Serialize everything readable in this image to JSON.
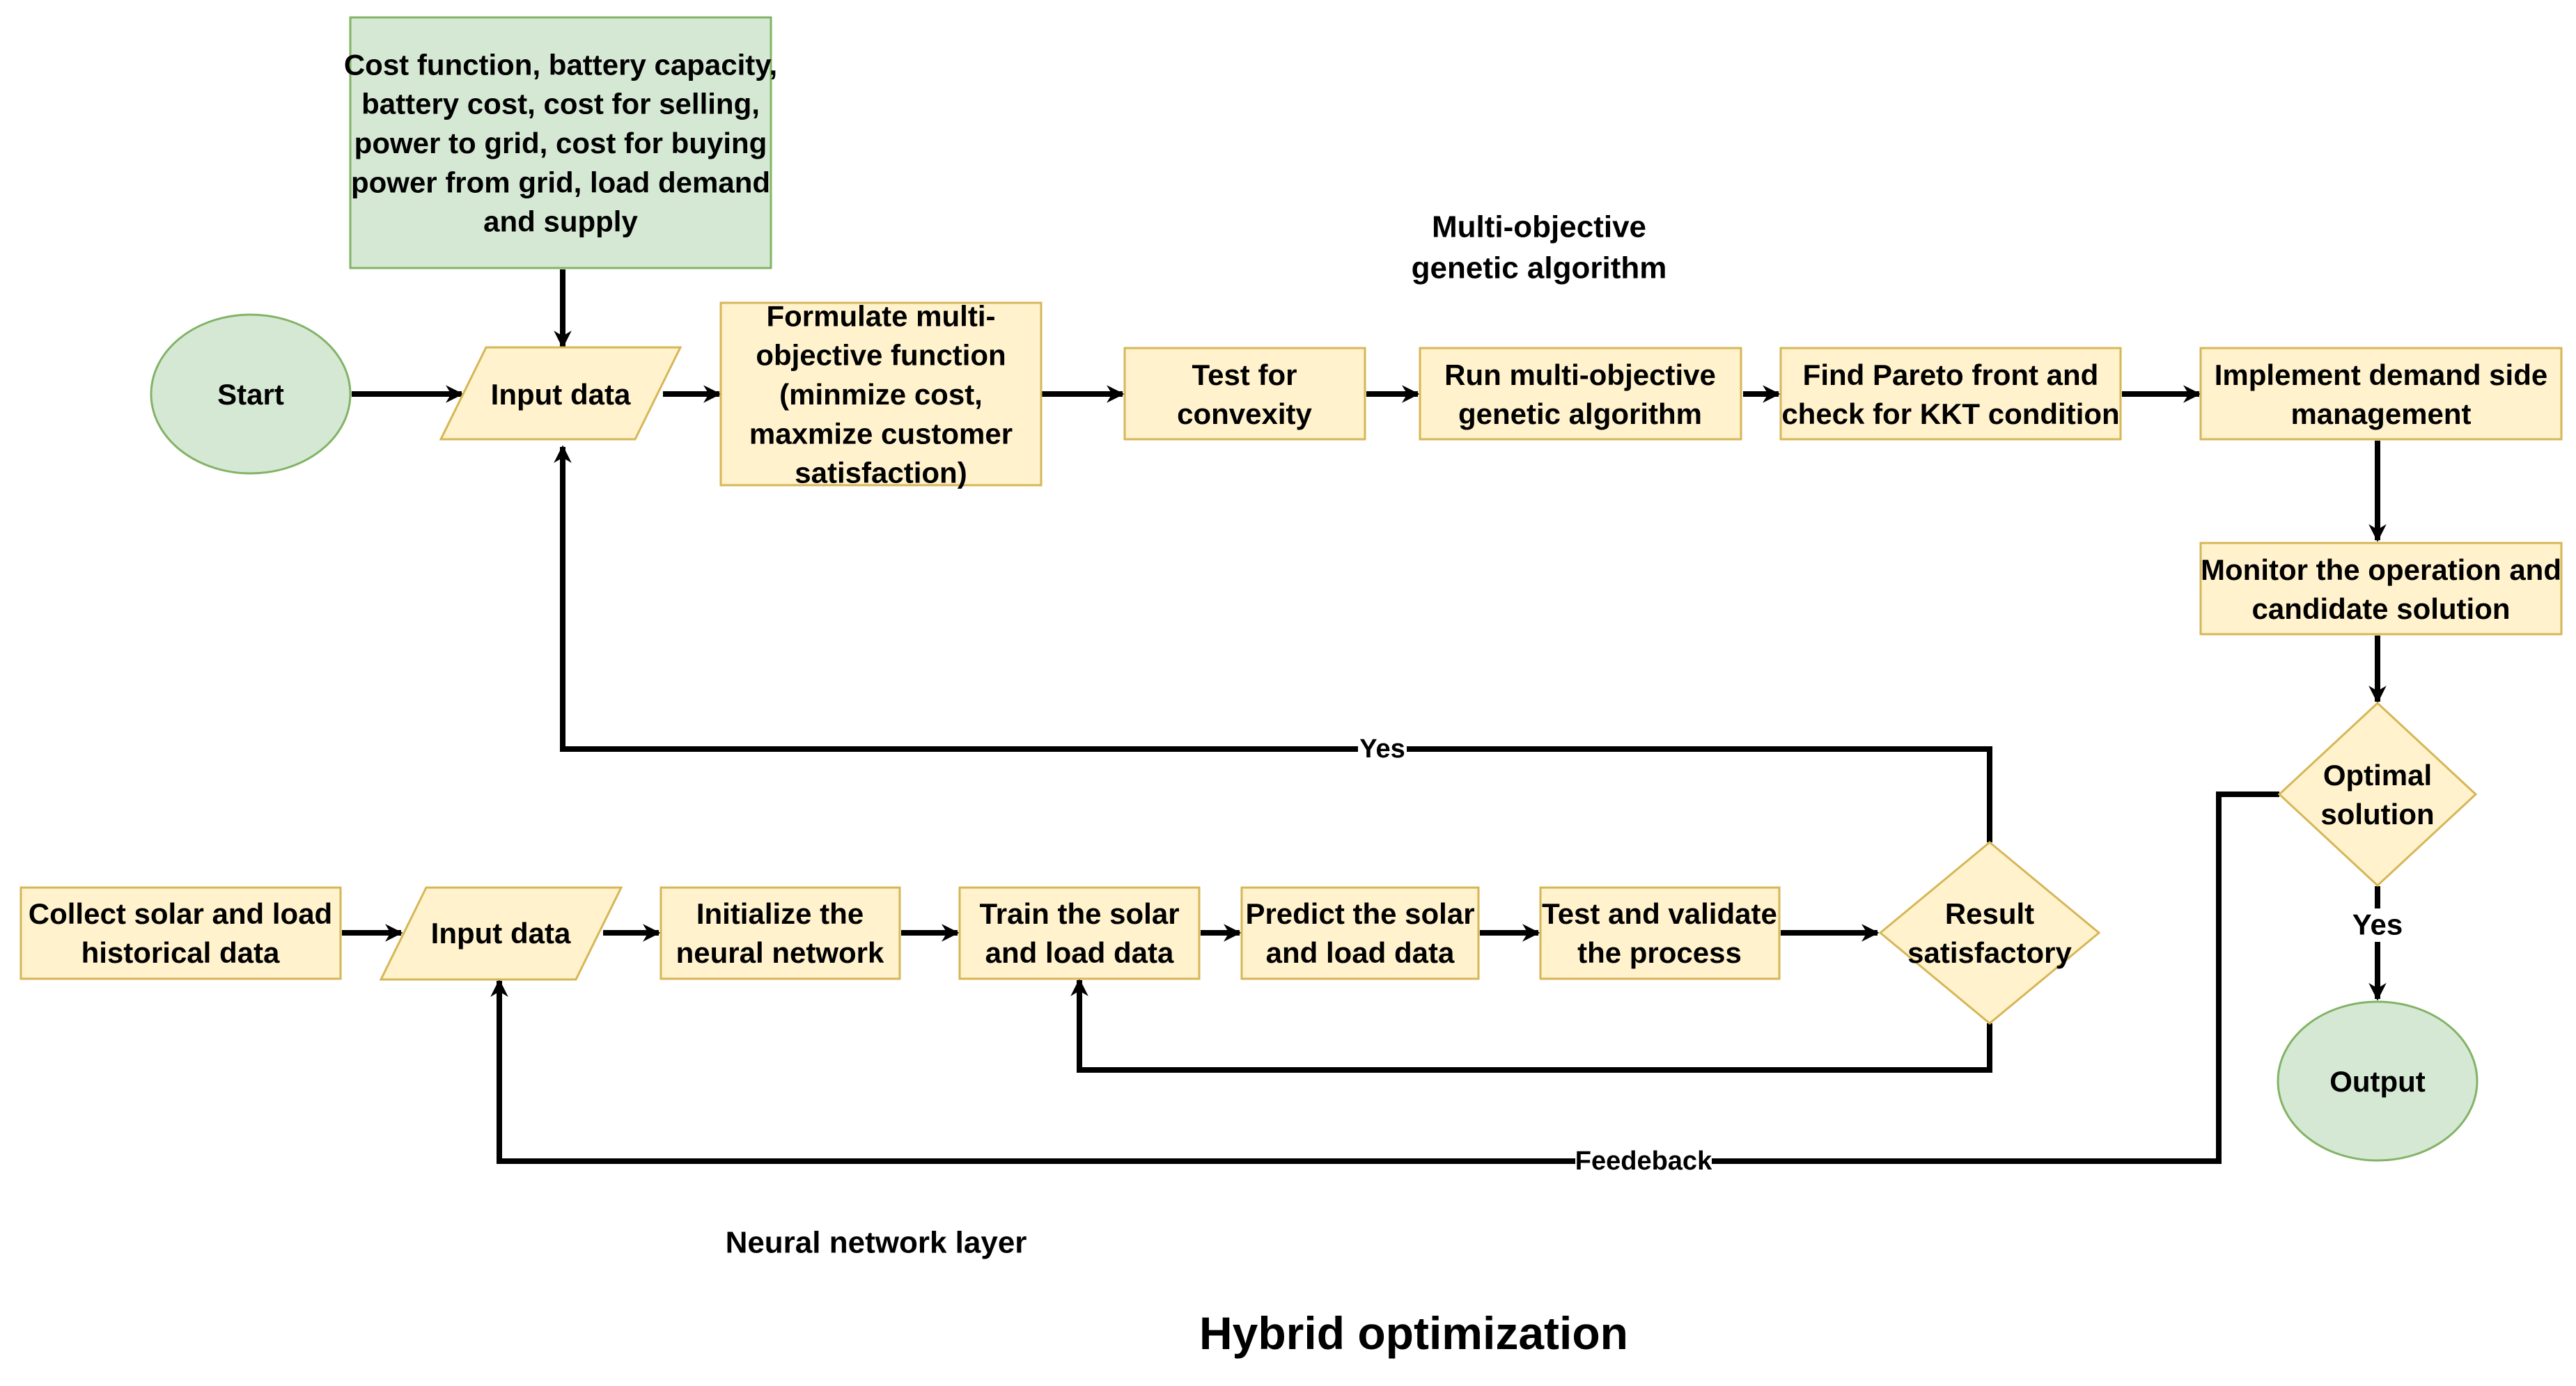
{
  "colors": {
    "process_fill": "#FFF2CC",
    "process_stroke": "#D6B656",
    "terminal_fill": "#D5E8D4",
    "terminal_stroke": "#82B366",
    "edge": "#000000"
  },
  "labels": {
    "title": "Hybrid optimization",
    "moga_section": [
      "Multi-objective",
      "genetic algorithm"
    ],
    "nn_section": "Neural network layer"
  },
  "nodes": {
    "params": [
      "Cost function, battery capacity,",
      "battery cost, cost for selling,",
      "power to grid, cost for buying",
      "power from grid, load demand",
      "and supply"
    ],
    "start": [
      "Start"
    ],
    "input_top": [
      "Input data"
    ],
    "formulate": [
      "Formulate multi-",
      "objective function",
      "(minmize cost,",
      "maxmize customer",
      "satisfaction)"
    ],
    "convexity": [
      "Test for",
      "convexity"
    ],
    "run_moga": [
      "Run multi-objective",
      "genetic algorithm"
    ],
    "pareto": [
      "Find Pareto front and",
      "check for KKT condition"
    ],
    "dsm": [
      "Implement demand side",
      "management"
    ],
    "monitor": [
      "Monitor the operation and",
      "candidate solution"
    ],
    "optimal": [
      "Optimal",
      "solution"
    ],
    "output": [
      "Output"
    ],
    "collect": [
      "Collect solar and load",
      "historical data"
    ],
    "input_bottom": [
      "Input data"
    ],
    "init_nn": [
      "Initialize the",
      "neural network"
    ],
    "train": [
      "Train the solar",
      "and load data"
    ],
    "predict": [
      "Predict the solar",
      "and load data"
    ],
    "validate": [
      "Test and validate",
      "the process"
    ],
    "result": [
      "Result",
      "satisfactory"
    ]
  },
  "edge_labels": {
    "result_yes": "Yes",
    "optimal_yes": "Yes",
    "feedback": "Feedeback"
  }
}
